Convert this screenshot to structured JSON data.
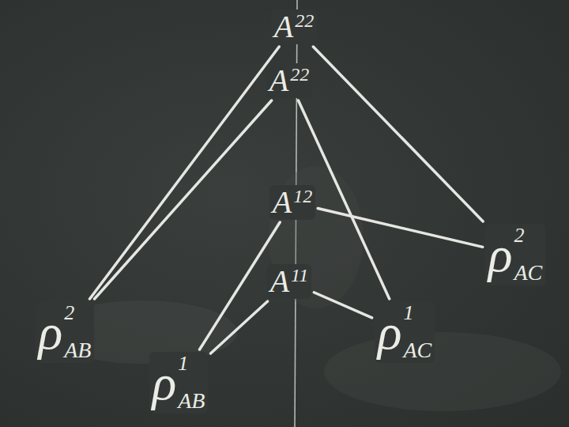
{
  "diagram": {
    "nodes": [
      {
        "text": [
          "A",
          "22"
        ]
      },
      {
        "text": [
          "A",
          "22"
        ]
      },
      {
        "text": [
          "A",
          "12"
        ]
      },
      {
        "text": [
          "ρ",
          "2",
          "AC"
        ]
      },
      {
        "text": [
          "A",
          "11"
        ]
      },
      {
        "text": [
          "ρ",
          "2",
          "AB"
        ]
      },
      {
        "text": [
          "ρ",
          "1",
          "AC"
        ]
      },
      {
        "text": [
          "ρ",
          "1",
          "AB"
        ]
      }
    ],
    "edges": [
      {
        "from": 5,
        "to": 0,
        "arrow": "none"
      },
      {
        "from": 5,
        "to": 1,
        "arrow": "none"
      },
      {
        "from": 7,
        "to": 2,
        "arrow": "none"
      },
      {
        "from": 7,
        "to": 4,
        "arrow": "none"
      },
      {
        "from": 4,
        "to": 6,
        "arrow": "none"
      },
      {
        "from": 2,
        "to": 3,
        "arrow": "none"
      },
      {
        "from": 1,
        "to": 6,
        "arrow": "none"
      },
      {
        "from": 0,
        "to": 3,
        "arrow": "none"
      }
    ]
  }
}
